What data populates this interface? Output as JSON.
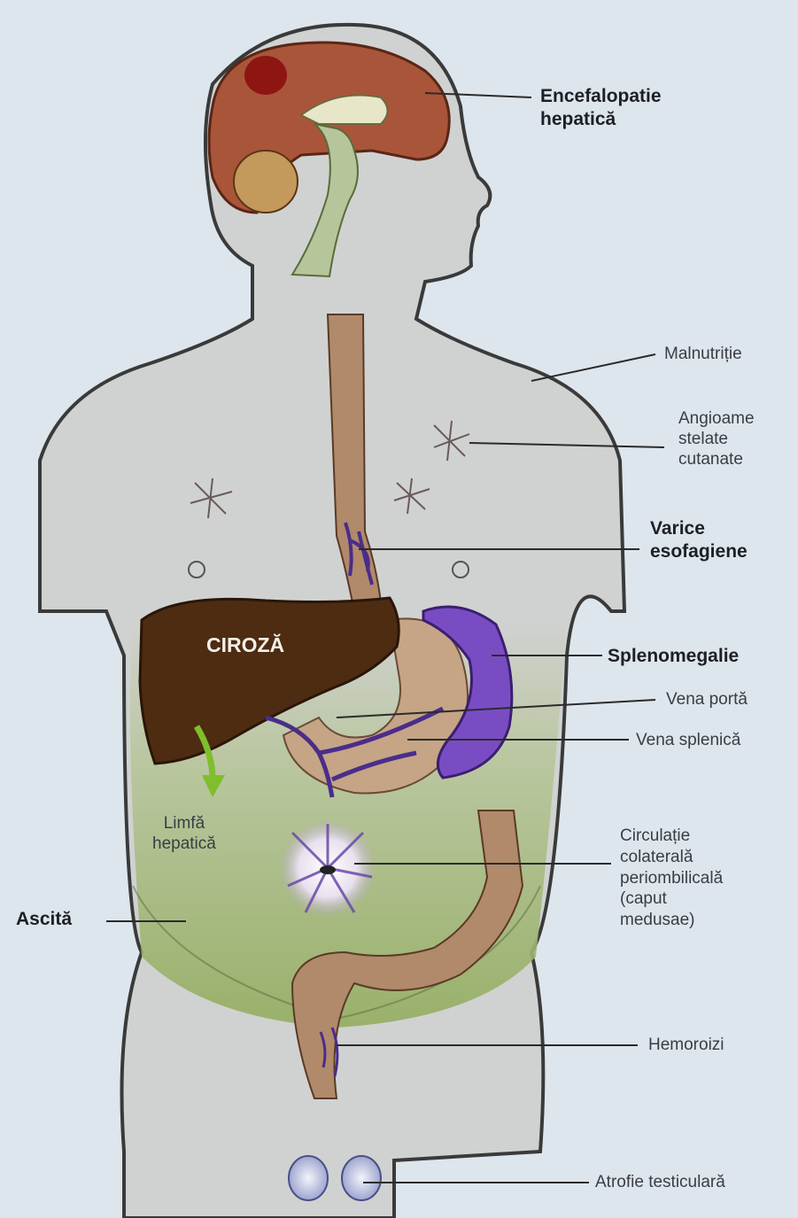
{
  "diagram": {
    "center_label": "CIROZĂ",
    "labels": {
      "encefalopatie": [
        "Encefalopatie",
        "hepatică"
      ],
      "malnutritie": "Malnutriție",
      "angioame": [
        "Angioame",
        "stelate",
        "cutanate"
      ],
      "varice": [
        "Varice",
        "esofagiene"
      ],
      "splenomegalie": "Splenomegalie",
      "vena_porta": "Vena portă",
      "vena_splenica": "Vena splenică",
      "limfa": [
        "Limfă",
        "hepatică"
      ],
      "circulatie": [
        "Circulație",
        "colaterală",
        "periombilicală",
        "(caput",
        "medusae)"
      ],
      "ascita": "Ascită",
      "hemoroizi": "Hemoroizi",
      "atrofie": "Atrofie testiculară"
    },
    "colors": {
      "background": "#dde6ec",
      "body": "#d0d2d1",
      "brain": "#a9553a",
      "liver": "#4d2c12",
      "spleen": "#7a4cc4",
      "ascites": "#9db56a",
      "gut": "#b08a6a",
      "veins": "#4a2d8a"
    },
    "icons": [
      "brain-icon",
      "liver-icon",
      "spleen-icon",
      "spider-angioma-icon",
      "caput-medusae-icon",
      "colon-icon",
      "esophagus-icon",
      "testis-icon"
    ]
  }
}
